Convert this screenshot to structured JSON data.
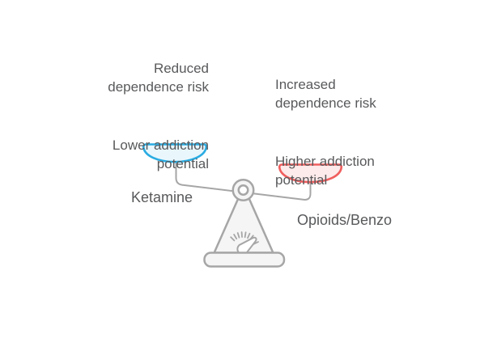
{
  "diagram": {
    "type": "balance-scale-comparison",
    "left_side": {
      "points": [
        "Reduced\ndependence risk",
        "Lower addiction\npotential"
      ],
      "drug_label": "Ketamine",
      "pan_position": "raised"
    },
    "right_side": {
      "points": [
        "Increased\ndependence risk",
        "Higher addiction\npotential"
      ],
      "drug_label": "Opioids/Benzo",
      "pan_position": "lowered"
    },
    "icons": [
      "balance-scale-icon",
      "left-pan-icon",
      "right-pan-icon",
      "gauge-icon"
    ]
  },
  "colors": {
    "left_pan_stroke": "#2aace2",
    "left_pan_fill": "#e9f7fd",
    "right_pan_stroke": "#f05e5e",
    "right_pan_fill": "#fdeaea",
    "outline_gray": "#a6a6a6",
    "scale_fill": "#f5f5f5",
    "text_gray": "#58595b",
    "background": "#ffffff"
  }
}
